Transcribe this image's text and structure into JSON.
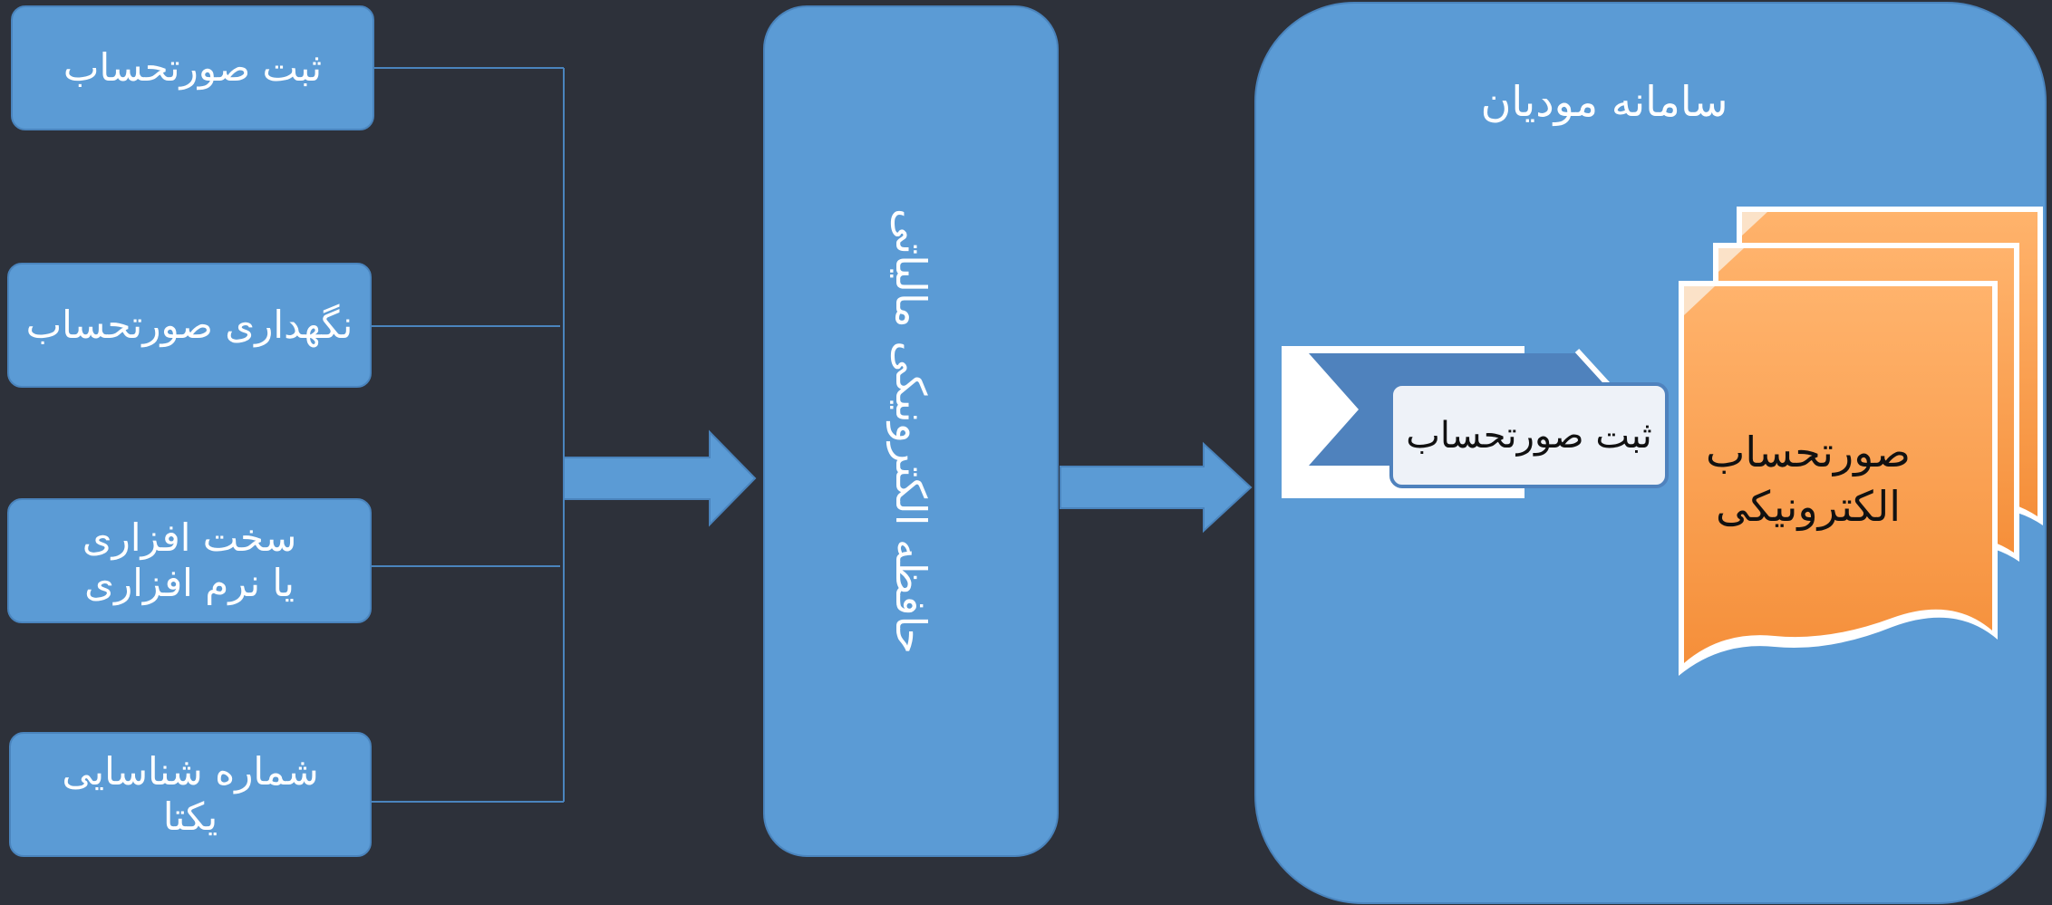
{
  "colors": {
    "background": "#2d313a",
    "box_fill": "#5b9bd5",
    "box_border": "#4a84bd",
    "document_fill": "#fb9a4a",
    "chevron_fill": "#4f82bd",
    "label_fill": "#eef2f8"
  },
  "left_items": [
    {
      "label": "ثبت صورتحساب"
    },
    {
      "label": "نگهداری صورتحساب"
    },
    {
      "label": "سخت افزاری\nیا نرم افزاری"
    },
    {
      "label": "شماره شناسایی\nیکتا"
    }
  ],
  "center": {
    "label": "حافظه الکترونیکی مالیاتی"
  },
  "system": {
    "title": "سامانه مودیان",
    "register_label": "ثبت صورتحساب",
    "document_label": "صورتحساب\nالکترونیکی",
    "document_icon": "stacked-documents-icon",
    "chevron_icon": "chevron-arrow-icon"
  },
  "arrows": [
    "right-arrow-icon",
    "right-arrow-icon"
  ]
}
